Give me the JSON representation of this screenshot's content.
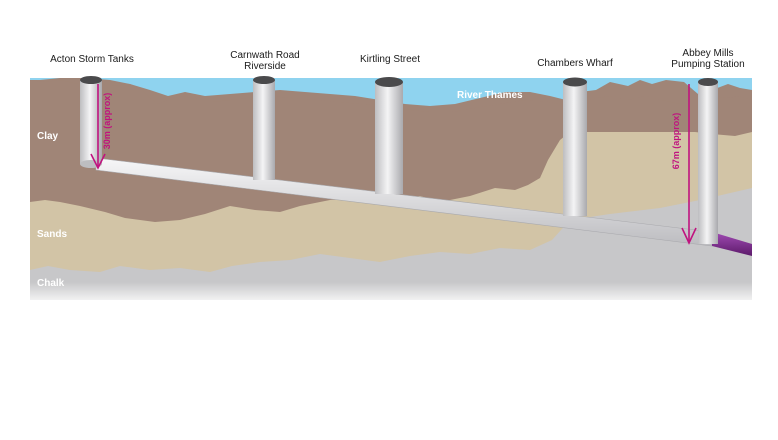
{
  "shafts": [
    {
      "label": "Acton Storm Tanks"
    },
    {
      "label": "Carnwath Road\nRiverside"
    },
    {
      "label": "Kirtling Street"
    },
    {
      "label": "Chambers Wharf"
    },
    {
      "label": "Abbey Mills\nPumping Station"
    }
  ],
  "layers": {
    "clay": "Clay",
    "sands": "Sands",
    "chalk": "Chalk",
    "river": "River Thames"
  },
  "depths": {
    "west": "30m (approx)",
    "east": "67m (approx)"
  },
  "colors": {
    "sky": "#8fd3ef",
    "clay": "#a08577",
    "sands": "#d2c4a6",
    "chalk": "#c7c7c9",
    "tunnel": "#e6e6e8",
    "accent": "#c0137f",
    "connection": "#7a2a8c"
  }
}
